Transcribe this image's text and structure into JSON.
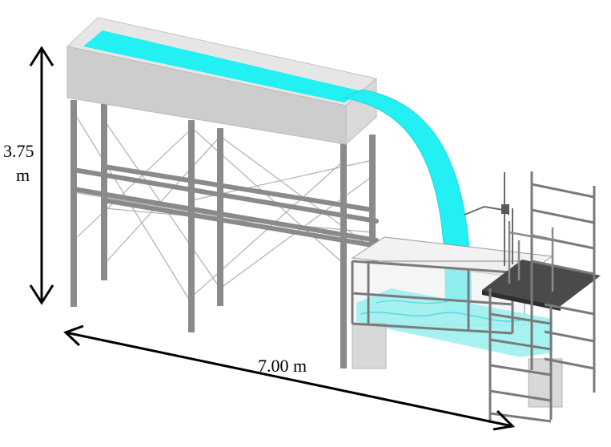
{
  "dimensions": {
    "height_value": "3.75",
    "height_unit": "m",
    "length_label": "7.00 m"
  },
  "colors": {
    "water": "#22f0f2",
    "water_shallow": "#9ef0f0",
    "tank": "#cdcdcd",
    "tank_top": "#e6e6e6",
    "steel": "#8a8a8a",
    "brace": "#b0b0b0",
    "platform": "#4a4a4a",
    "arrow": "#000000"
  }
}
